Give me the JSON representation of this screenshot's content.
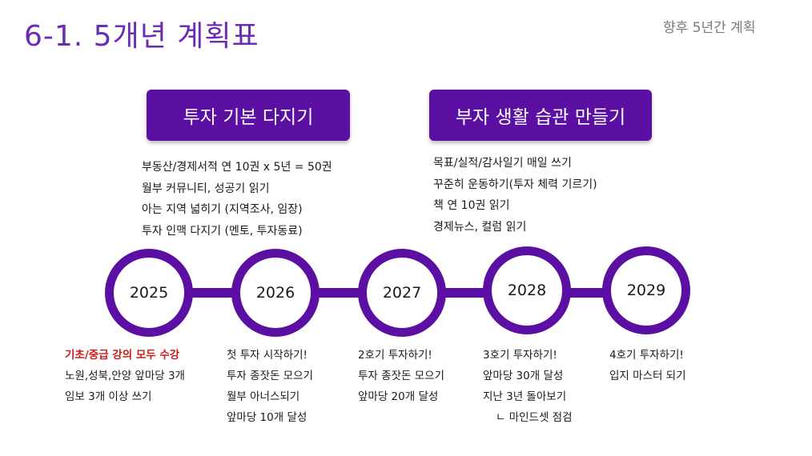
{
  "header": {
    "title": "6-1. 5개년 계획표",
    "subtitle": "향후 5년간 계획"
  },
  "banners": [
    {
      "label": "투자 기본 다지기"
    },
    {
      "label": "부자 생활 습관 만들기"
    }
  ],
  "goals_left": [
    "부동산/경제서적 연 10권 x 5년 = 50권",
    "월부 커뮤니티, 성공기 읽기",
    "아는 지역 넓히기 (지역조사, 임장)",
    "투자 인맥 다지기 (멘토, 투자동료)"
  ],
  "goals_right": [
    "목표/실적/감사일기 매일 쓰기",
    "꾸준히 운동하기(투자 체력 기르기)",
    "책 연 10권 읽기",
    "경제뉴스, 컬럼 읽기"
  ],
  "years": [
    {
      "year": "2025",
      "tasks": [
        "기초/중급 강의 모두 수강",
        "노원,성북,안양 앞마당 3개",
        "임보 3개 이상 쓰기"
      ]
    },
    {
      "year": "2026",
      "tasks": [
        "첫 투자 시작하기!",
        "투자 종잣돈 모으기",
        "월부 아너스되기",
        "앞마당 10개 달성"
      ]
    },
    {
      "year": "2027",
      "tasks": [
        "2호기 투자하기!",
        "투자 종잣돈 모으기",
        "앞마당 20개 달성"
      ]
    },
    {
      "year": "2028",
      "tasks": [
        "3호기 투자하기!",
        "앞마당 30개 달성",
        "지난 3년 돌아보기",
        "ㄴ 마인드셋 점검"
      ]
    },
    {
      "year": "2029",
      "tasks": [
        "4호기 투자하기!",
        "입지 마스터 되기"
      ]
    }
  ],
  "colors": {
    "accent": "#5b0fa3",
    "title": "#6a2bb5",
    "highlight": "#cc1a1a"
  }
}
